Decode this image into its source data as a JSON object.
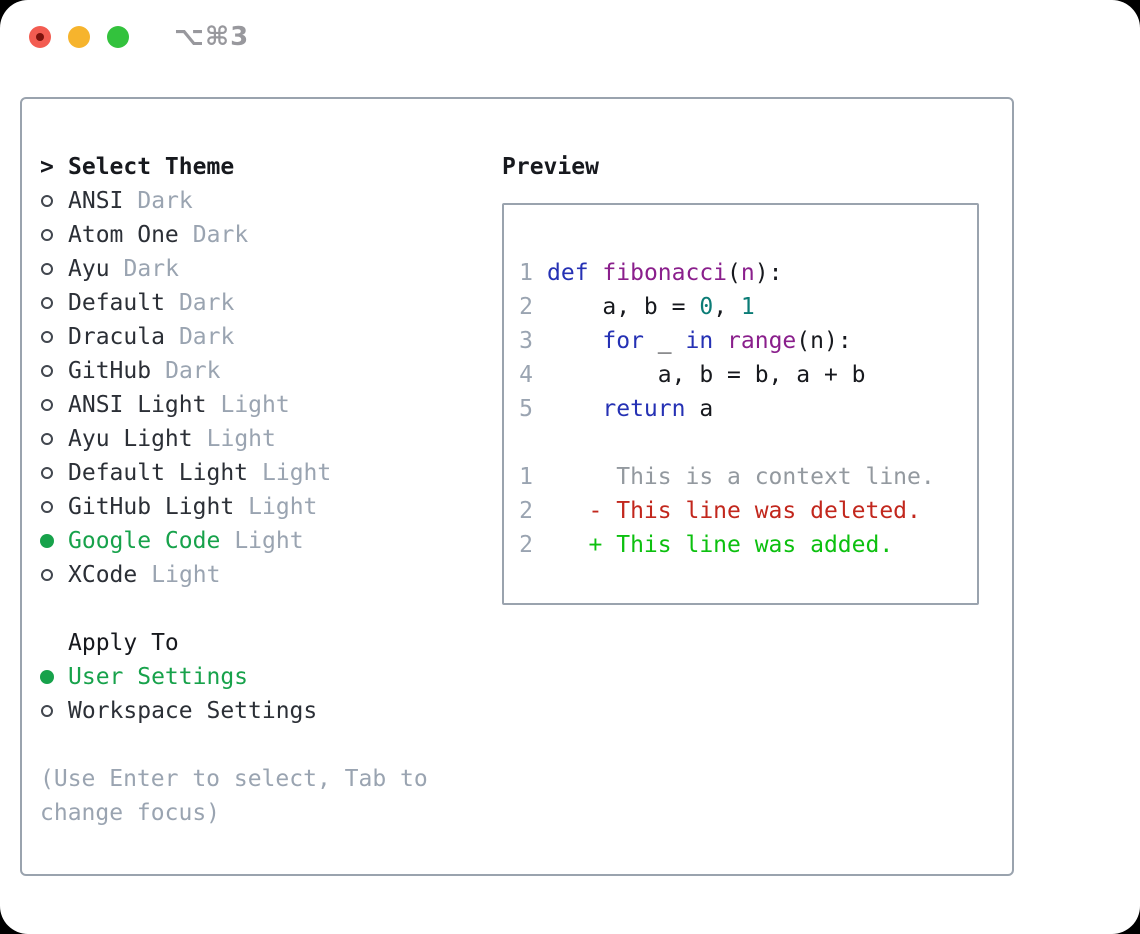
{
  "window": {
    "title": "⌥⌘3",
    "traffic_lights": [
      "close",
      "minimize",
      "zoom"
    ]
  },
  "theme_picker": {
    "header_prefix": ">",
    "header": "Select Theme",
    "items": [
      {
        "name": "ANSI",
        "variant": "Dark",
        "selected": false
      },
      {
        "name": "Atom One",
        "variant": "Dark",
        "selected": false
      },
      {
        "name": "Ayu",
        "variant": "Dark",
        "selected": false
      },
      {
        "name": "Default",
        "variant": "Dark",
        "selected": false
      },
      {
        "name": "Dracula",
        "variant": "Dark",
        "selected": false
      },
      {
        "name": "GitHub",
        "variant": "Dark",
        "selected": false
      },
      {
        "name": "ANSI Light",
        "variant": "Light",
        "selected": false
      },
      {
        "name": "Ayu Light",
        "variant": "Light",
        "selected": false
      },
      {
        "name": "Default Light",
        "variant": "Light",
        "selected": false
      },
      {
        "name": "GitHub Light",
        "variant": "Light",
        "selected": false
      },
      {
        "name": "Google Code",
        "variant": "Light",
        "selected": true
      },
      {
        "name": "XCode",
        "variant": "Light",
        "selected": false
      }
    ],
    "apply_to": {
      "header": "Apply To",
      "options": [
        {
          "name": "User Settings",
          "selected": true
        },
        {
          "name": "Workspace Settings",
          "selected": false
        }
      ]
    },
    "hint": "(Use Enter to select, Tab to change focus)"
  },
  "preview": {
    "header": "Preview",
    "code_lines": [
      {
        "num": "1",
        "tokens": [
          [
            "def",
            "kw"
          ],
          [
            " ",
            "pl"
          ],
          [
            "fibonacci",
            "ty"
          ],
          [
            "(",
            "pl"
          ],
          [
            "n",
            "ty"
          ],
          [
            "):",
            "pl"
          ]
        ]
      },
      {
        "num": "2",
        "tokens": [
          [
            "    a, b = ",
            "pl"
          ],
          [
            "0",
            "lit"
          ],
          [
            ", ",
            "pl"
          ],
          [
            "1",
            "lit"
          ]
        ]
      },
      {
        "num": "3",
        "tokens": [
          [
            "    ",
            "pl"
          ],
          [
            "for",
            "kw"
          ],
          [
            " _ ",
            "pl"
          ],
          [
            "in",
            "kw"
          ],
          [
            " ",
            "pl"
          ],
          [
            "range",
            "ty"
          ],
          [
            "(n):",
            "pl"
          ]
        ]
      },
      {
        "num": "4",
        "tokens": [
          [
            "        a, b = b, a + b",
            "pl"
          ]
        ]
      },
      {
        "num": "5",
        "tokens": [
          [
            "    ",
            "pl"
          ],
          [
            "return",
            "kw"
          ],
          [
            " a",
            "pl"
          ]
        ]
      },
      {
        "num": "",
        "tokens": []
      },
      {
        "num": "1",
        "tokens": [
          [
            "     This is a context line.",
            "ctx"
          ]
        ]
      },
      {
        "num": "2",
        "tokens": [
          [
            "   - This line was deleted.",
            "del"
          ]
        ]
      },
      {
        "num": "2",
        "tokens": [
          [
            "   + This line was added.",
            "add"
          ]
        ]
      }
    ]
  },
  "colors": {
    "selection_green": "#17a24b",
    "muted_gray": "#9aa4b1",
    "text": "#17191e",
    "panel_border": "#9aa3ae",
    "keyword_blue": "#2531b4",
    "type_purple": "#8a1f8c",
    "literal_teal": "#0b7c76",
    "diff_red": "#c2271d",
    "diff_green": "#0cc00f",
    "traffic_red": "#f35c51",
    "traffic_yellow": "#f6b42d",
    "traffic_green": "#33c23d"
  }
}
